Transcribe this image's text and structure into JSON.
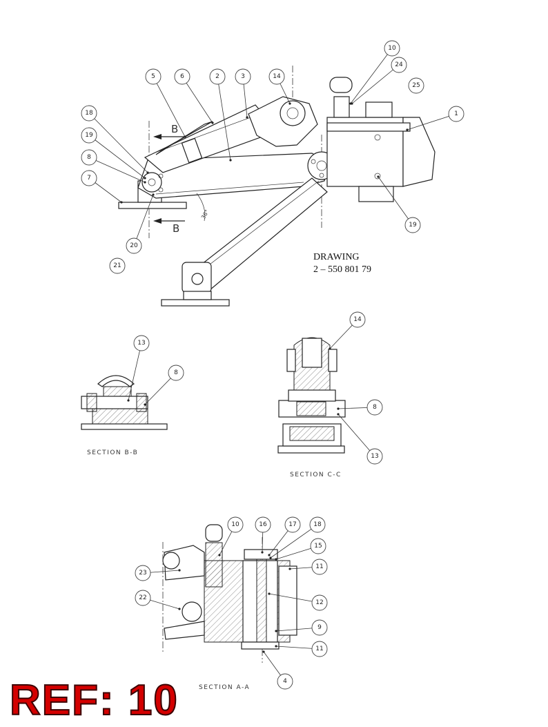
{
  "drawing": {
    "label": "DRAWING",
    "number": "2 – 550 801 79"
  },
  "ref_label": "REF: 10",
  "main_view": {
    "angle_label": "36°",
    "section_marker_top": "B",
    "section_marker_bottom": "B",
    "balloons": [
      "5",
      "6",
      "2",
      "3",
      "14",
      "10",
      "24",
      "25",
      "1",
      "18",
      "19",
      "8",
      "7",
      "20",
      "21",
      "19"
    ]
  },
  "section_bb": {
    "title": "SECTION B-B",
    "balloons": [
      "13",
      "8"
    ]
  },
  "section_cc": {
    "title": "SECTION C-C",
    "balloons": [
      "14",
      "8",
      "13"
    ]
  },
  "section_aa": {
    "title": "SECTION A-A",
    "balloons": [
      "10",
      "16",
      "17",
      "18",
      "15",
      "11",
      "23",
      "22",
      "12",
      "9",
      "11",
      "4"
    ]
  },
  "colors": {
    "ref_text": "#d40000",
    "line": "#222222"
  }
}
